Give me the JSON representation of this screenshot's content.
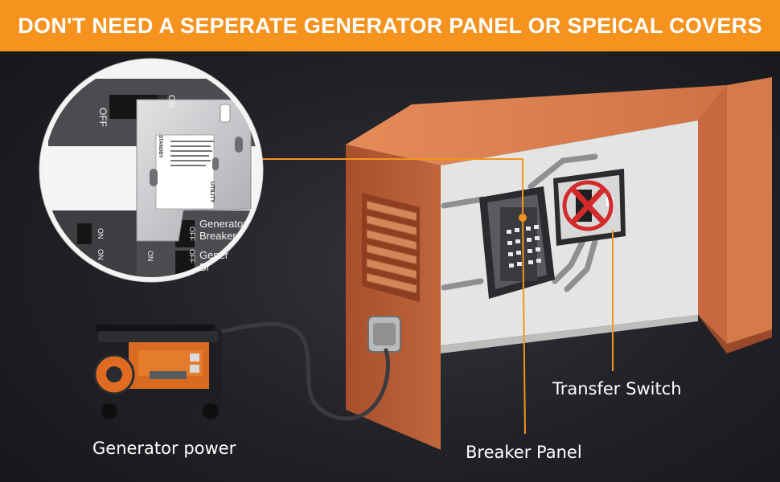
{
  "banner": {
    "headline": "DON'T NEED A SEPERATE GENERATOR PANEL OR SPEICAL COVERS"
  },
  "labels": {
    "generator": "Generator power",
    "breaker_panel": "Breaker Panel",
    "transfer_switch": "Transfer Switch"
  },
  "zoom": {
    "off_top": "OFF",
    "on_top": "ON",
    "utility": "UTILITY",
    "standby": "STANDBY",
    "gen_breaker_line1": "Generator",
    "gen_breaker_line2": "Breaker",
    "gen_breaker2_line1": "Gener",
    "gen_breaker2_line2": "Br",
    "off_1": "OFF",
    "off_2": "OFF",
    "on_1": "ON",
    "on_2": "ON",
    "on_3": "ON"
  },
  "colors": {
    "banner": "#f5931e",
    "wall_orange": "#c2673f",
    "callout_line": "#f5931e"
  },
  "icons": {
    "transfer_switch_mark": "red-x-prohibited-icon"
  }
}
